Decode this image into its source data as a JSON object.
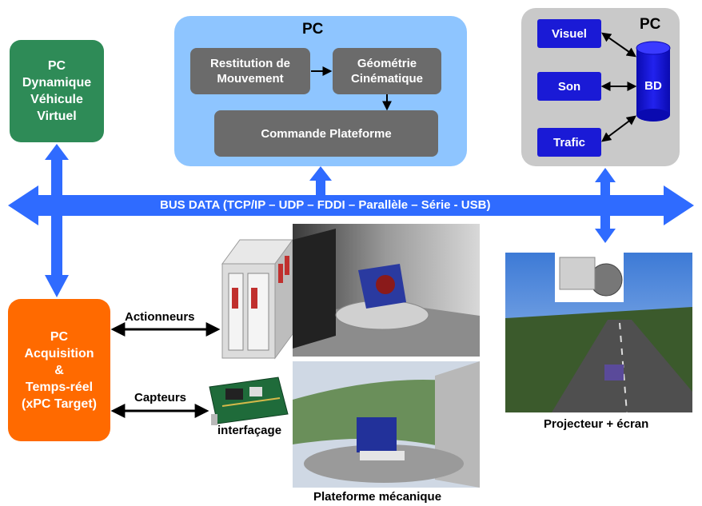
{
  "colors": {
    "bus_blue": "#2f6bff",
    "green_pc": "#2e8b57",
    "orange_pc": "#ff6a00",
    "light_blue_panel": "#8ec5ff",
    "gray_panel": "#c9c9c9",
    "dark_gray_box": "#6b6b6b",
    "db_blue": "#1a1ad6"
  },
  "green_pc": {
    "lines": [
      "PC",
      "Dynamique",
      "Véhicule",
      "Virtuel"
    ]
  },
  "center_pc": {
    "title": "PC",
    "restitution": [
      "Restitution de",
      "Mouvement"
    ],
    "geometrie": [
      "Géométrie",
      "Cinématique"
    ],
    "commande": "Commande Plateforme"
  },
  "right_pc": {
    "title": "PC",
    "visuel": "Visuel",
    "son": "Son",
    "trafic": "Trafic",
    "bd": "BD"
  },
  "bus": {
    "label": "BUS DATA  (TCP/IP – UDP – FDDI – Parallèle – Série - USB)"
  },
  "orange_pc": {
    "lines": [
      "PC",
      "Acquisition",
      "&",
      "Temps-réel",
      "(xPC Target)"
    ]
  },
  "labels": {
    "actionneurs": "Actionneurs",
    "capteurs": "Capteurs",
    "interfacage": "interfaçage",
    "plateforme": "Plateforme mécanique",
    "projecteur": "Projecteur + écran"
  }
}
